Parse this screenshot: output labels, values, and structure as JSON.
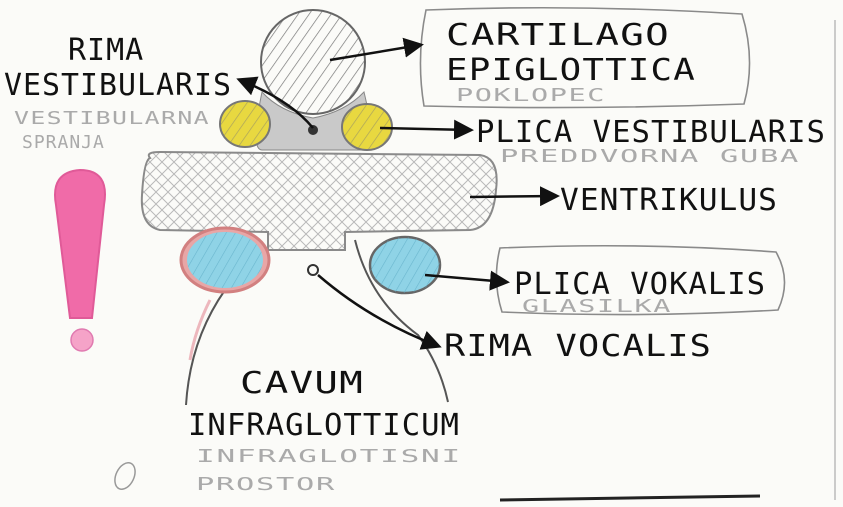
{
  "labels": {
    "rima_vestibularis": {
      "line1": "RIMA",
      "line2": "VESTIBULARIS",
      "sub_line1": "VESTIBULARNA",
      "sub_line2": "SPRANJA"
    },
    "cartilago": {
      "line1": "CARTILAGO",
      "line2": "EPIGLOTTICA",
      "sub": "POKLOPEC"
    },
    "plica_vestibularis": {
      "main": "PLICA VESTIBULARIS",
      "sub": "PREDDVORNA GUBA"
    },
    "ventrikulus": {
      "main": "VENTRIKULUS"
    },
    "plica_vokalis": {
      "main": "PLICA VOKALIS",
      "sub": "GLASILKA"
    },
    "rima_vocalis": {
      "main": "RIMA VOCALIS"
    },
    "cavum": {
      "line1": "CAVUM",
      "line2": "INFRAGLOTTICUM",
      "sub_line1": "INFRAGLOTISNI",
      "sub_line2": "PROSTOR"
    }
  },
  "colors": {
    "ink": "#111111",
    "pencil_gray": "#9a9a9a",
    "vestibular_fold": "#e8d840",
    "vocal_fold": "#8fd3e6",
    "exclamation": "#f06ba8"
  }
}
